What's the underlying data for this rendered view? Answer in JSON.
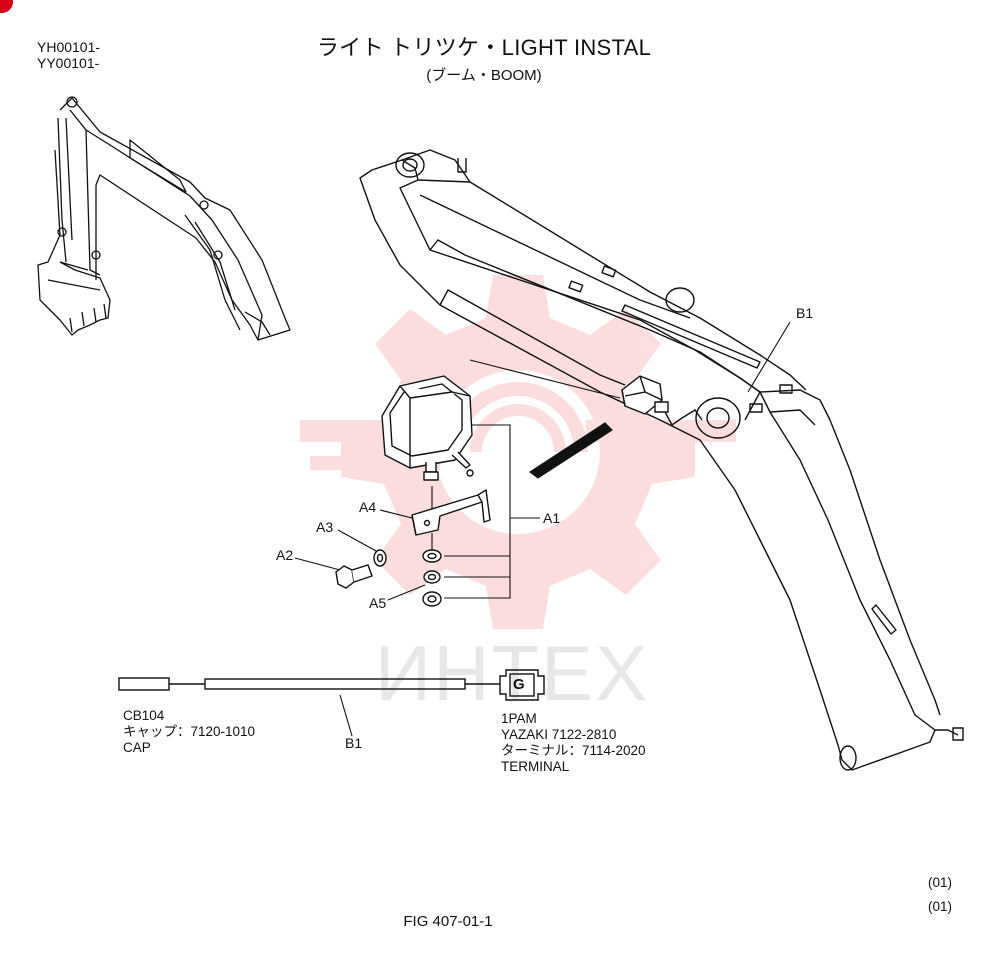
{
  "header": {
    "serial_1": "YH00101-",
    "serial_2": "YY00101-",
    "title": "ライト トリツケ・LIGHT INSTAL",
    "subtitle": "(ブーム・BOOM)"
  },
  "callouts": {
    "a1": "A1",
    "a2": "A2",
    "a3": "A3",
    "a4": "A4",
    "a5": "A5",
    "b1_boom": "B1",
    "b1_harness": "B1"
  },
  "harness": {
    "connector_letter": "G",
    "cap_code": "CB104",
    "cap_part": "キャップ：7120-1010",
    "cap_name": "CAP",
    "conn_type": "1PAM",
    "conn_part": "YAZAKI 7122-2810",
    "terminal_part": "ターミナル：7114-2020",
    "terminal_name": "TERMINAL"
  },
  "footer": {
    "figure": "FIG 407-01-1",
    "rev_1": "(01)",
    "rev_2": "(01)"
  },
  "watermark": {
    "text": "ИНТЕХ",
    "color": "#e8343a"
  }
}
